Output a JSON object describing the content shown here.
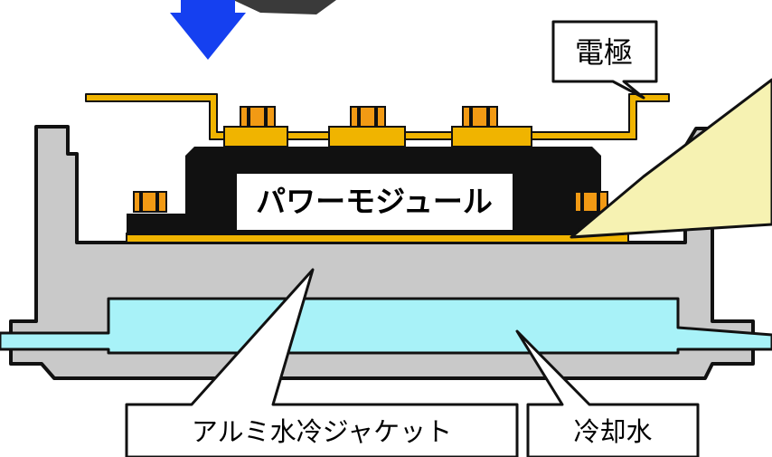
{
  "labels": {
    "electrode": "電極",
    "power_module": "パワーモジュール",
    "aluminum_jacket": "アルミ水冷ジャケット",
    "cooling_water": "冷却水"
  },
  "colors": {
    "arrow": "#1540F0",
    "gold": "#F0B400",
    "bolt": "#F29A14",
    "module": "#111111",
    "jacket": "#C9C9C9",
    "water": "#A8F2F8",
    "callout_yellow": "#F6F2B2"
  }
}
